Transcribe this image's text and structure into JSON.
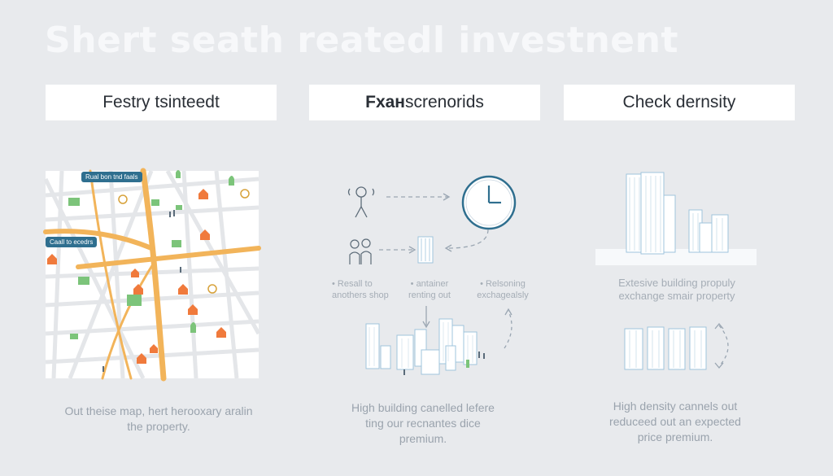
{
  "title": "Shert seath reatedl investnent",
  "columns": [
    {
      "header": "Festry tsinteedt",
      "tags": [
        "Rual bon tnd faals",
        "Caall to ecedrs"
      ],
      "caption": "Out theise map, hert herooxary aralin the property."
    },
    {
      "header_bold": "Fxaн",
      "header_rest": " screnorids",
      "notes": [
        "• Resall to anothers shop",
        "• antainer renting out",
        "• Relsoning exchagealsly"
      ],
      "caption": "High building canelled lefere ting our recnantes dice premium."
    },
    {
      "header": "Check dernsity",
      "notes": [
        "Extesive building propuly exchange smair property"
      ],
      "caption": "High density cannels out reduceed out an expected price premium."
    }
  ],
  "colors": {
    "background": "#e8eaed",
    "road": "#f2b45a",
    "house": "#f07a3c",
    "park": "#7cc47a",
    "accent": "#2f6f8f",
    "building": "#9fc4dc"
  }
}
